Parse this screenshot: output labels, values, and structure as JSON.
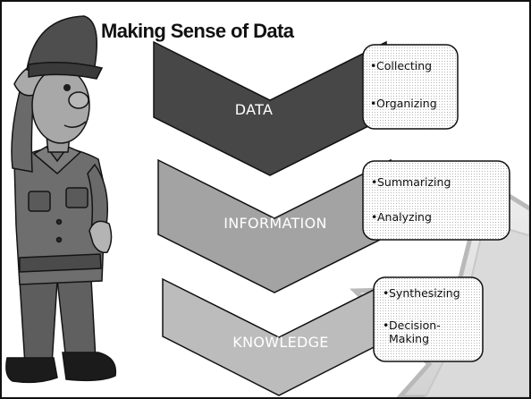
{
  "slide": {
    "title": "Making Sense of Data",
    "steps": [
      {
        "label": "DATA",
        "color": "#474747",
        "items": [
          "Collecting",
          "Organizing"
        ]
      },
      {
        "label": "INFORMATION",
        "color": "#a3a3a3",
        "items": [
          "Summarizing",
          "Analyzing"
        ]
      },
      {
        "label": "KNOWLEDGE",
        "color": "#bcbcbc",
        "items": [
          "Synthesizing",
          "Decision-Making"
        ]
      }
    ]
  }
}
